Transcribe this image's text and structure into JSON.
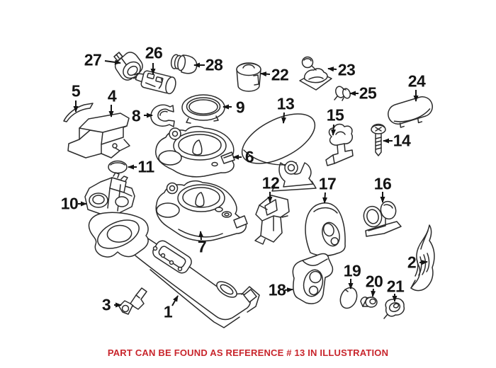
{
  "theme": {
    "background": "#ffffff",
    "line-color": "#2b2b2b",
    "label-color": "#141414",
    "note-color": "#c8252c"
  },
  "parts": [
    {
      "ref": "1"
    },
    {
      "ref": "2"
    },
    {
      "ref": "3"
    },
    {
      "ref": "4"
    },
    {
      "ref": "5"
    },
    {
      "ref": "6"
    },
    {
      "ref": "7"
    },
    {
      "ref": "8"
    },
    {
      "ref": "9"
    },
    {
      "ref": "10"
    },
    {
      "ref": "11"
    },
    {
      "ref": "12"
    },
    {
      "ref": "13"
    },
    {
      "ref": "14"
    },
    {
      "ref": "15"
    },
    {
      "ref": "16"
    },
    {
      "ref": "17"
    },
    {
      "ref": "18"
    },
    {
      "ref": "19"
    },
    {
      "ref": "20"
    },
    {
      "ref": "21"
    },
    {
      "ref": "22"
    },
    {
      "ref": "23"
    },
    {
      "ref": "24"
    },
    {
      "ref": "25"
    },
    {
      "ref": "26"
    },
    {
      "ref": "27"
    },
    {
      "ref": "28"
    }
  ],
  "footer": {
    "note": "PART CAN BE FOUND AS REFERENCE # 13 IN ILLUSTRATION",
    "highlighted_reference": "13"
  }
}
